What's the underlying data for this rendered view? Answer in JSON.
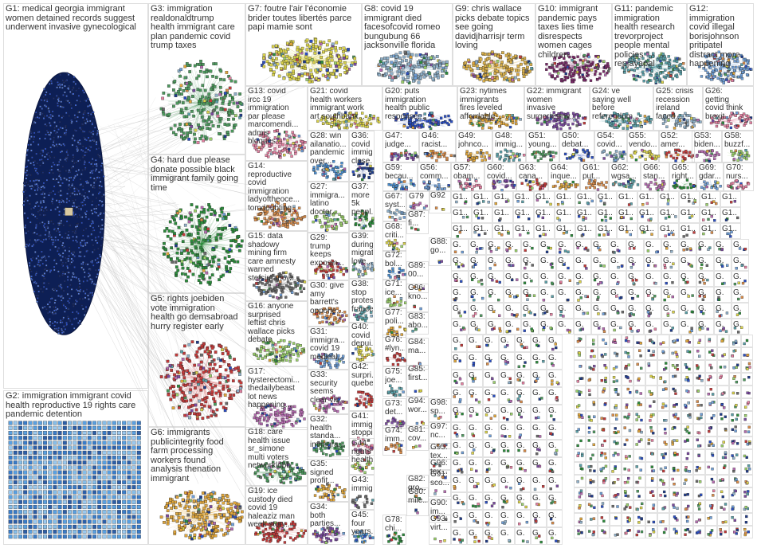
{
  "graph": {
    "node_colors": [
      "#1f3b8a",
      "#2a4ec2",
      "#6f9fd8",
      "#4d9a5e",
      "#2c8c3c",
      "#c33b3b",
      "#e0a63b",
      "#7b4aa0",
      "#d9d24a",
      "#8fb0c9",
      "#b56ab0",
      "#5aa0a8",
      "#e27fa0",
      "#9ad06a",
      "#d98c4a",
      "#6a6a6a"
    ],
    "edge_color": "#bdbdbd"
  },
  "groups": [
    {
      "id": "G1",
      "label": "G1: medical georgia immigrant\nwomen detained records suggest\nunderwent invasive gynecological",
      "style": "ellipse",
      "color": "#1f3b8a",
      "fill": "#0d1f55"
    },
    {
      "id": "G2",
      "label": "G2: immigration immigrant covid\nhealth reproductive 19 rights care\npandemic detention",
      "style": "grid",
      "color": "#4a8ed0"
    },
    {
      "id": "G3",
      "label": "G3: immigration\nrealdonaldtrump\nhealth immigrant care\nplan pandemic covid\ntrump taxes",
      "style": "cluster",
      "color": "#4d9a5e"
    },
    {
      "id": "G4",
      "label": "G4: hard due please\ndonate possible black\nimmigrant family going\ntime",
      "style": "cluster",
      "color": "#2c8c3c"
    },
    {
      "id": "G5",
      "label": "G5: rights joebiden\nvote immigration\nhealth go demsabroad\nhurry register early",
      "style": "cluster",
      "color": "#c33b3b"
    },
    {
      "id": "G6",
      "label": "G6: immigrants\npublicintegrity food\nfarm processing\nworkers found\nanalysis thenation\nimmigrant",
      "style": "cluster",
      "color": "#e0a63b"
    },
    {
      "id": "G7",
      "label": "G7: foutre l'air l'économie\nbrider toutes libertés parce\npapi mamie sont",
      "style": "cluster",
      "color": "#d9d24a"
    },
    {
      "id": "G8",
      "label": "G8: covid 19\nimmigrant died\nfacesofcovid romeo\nbungubung 66\njacksonville florida",
      "style": "cluster",
      "color": "#8fb0c9"
    },
    {
      "id": "G9",
      "label": "G9: chris wallace\npicks debate topics\nsee going\ndavidjharrisjr term\nloving",
      "style": "cluster",
      "color": "#d9b04a"
    },
    {
      "id": "G10",
      "label": "G10: immigrant\npandemic pays\ntaxes lies time\ndisrespects\nwomen cages\nchildren",
      "style": "cluster",
      "color": "#7b2a6a"
    },
    {
      "id": "G11",
      "label": "G11: pandemic\nimmigration\nhealth research\ntrevorproject\npeople mental\npolicies\nrepjayapal",
      "style": "cluster",
      "color": "#5aa0a8"
    },
    {
      "id": "G12",
      "label": "G12:\nimmigration\ncovid illegal\nborisjohnson\npritipatel\ndistract more\nhappening",
      "style": "cluster",
      "color": "#6f9fd8"
    },
    {
      "id": "G13",
      "label": "G13: covid\nircc 19\nimmigration\npar please\nmarcomendi...\nadmis\nbloqués",
      "style": "cluster",
      "color": "#e27fa0"
    },
    {
      "id": "G14",
      "label": "G14:\nreproductive\ncovid\nimmigration\nladyoftheoce...\ntomdoubting...",
      "style": "cluster",
      "color": "#d98c4a"
    },
    {
      "id": "G15",
      "label": "G15: data\nshadowy\nmining firm\ncare amnesty\nwarned\nstefsimanowi...",
      "style": "cluster",
      "color": "#6a6a6a"
    },
    {
      "id": "G16",
      "label": "G16: anyone\nsurprised\nleftist chris\nwallace picks\ndebate",
      "style": "cluster",
      "color": "#9ad06a"
    },
    {
      "id": "G17",
      "label": "G17:\nhysterectomi...\nthedailybeast\nlot news\nhappening...",
      "style": "cluster",
      "color": "#b56ab0"
    },
    {
      "id": "G18",
      "label": "G18: care\nhealth issue\nsr_simone\nmulti voters\nnetworklobb...",
      "style": "cluster",
      "color": "#4d9a5e"
    },
    {
      "id": "G19",
      "label": "G19: ice\ncustody died\ncovid 19\nhaleaziz man\nweek story...",
      "style": "cluster",
      "color": "#c33b3b"
    },
    {
      "id": "G20",
      "label": "G20: puts\nimmigration\nhealth public\nresponse...",
      "style": "cluster",
      "color": "#2a4ec2"
    },
    {
      "id": "G21",
      "label": "G21: covid\nhealth workers\nimmigrant work\nart southbank...",
      "style": "cluster",
      "color": "#d9d24a"
    },
    {
      "id": "G22",
      "label": "G22: immigrant\nwomen\ninvasive\nsurgeries ny...",
      "style": "cluster",
      "color": "#7b4aa0"
    },
    {
      "id": "G23",
      "label": "G23: nytimes\nimmigrants\nfires leveled\naffordable...",
      "style": "cluster",
      "color": "#e0a63b"
    },
    {
      "id": "G24",
      "label": "G24: ve\nsaying well\nbefore\nreferendum...",
      "style": "cluster",
      "color": "#5aa0a8"
    },
    {
      "id": "G25",
      "label": "G25: crisis\nrecession\nireland\nfaced...",
      "style": "cluster",
      "color": "#8fb0c9"
    },
    {
      "id": "G26",
      "label": "G26:\ngetting\ncovid think\nbrexit...",
      "style": "cluster",
      "color": "#e27fa0"
    },
    {
      "id": "G27",
      "label": "G27:\nimmigra...\nlatino\ndoctor...",
      "style": "cluster",
      "color": "#9ad06a"
    },
    {
      "id": "G28",
      "label": "G28: win\nailanatio...\npandemic\nover...",
      "style": "cluster",
      "color": "#4a8ed0"
    },
    {
      "id": "G29",
      "label": "G29:\ntrump\nkeeps\nexposin...",
      "style": "cluster",
      "color": "#c33b3b"
    },
    {
      "id": "G30",
      "label": "G30: give\namy\nbarrett's\noppone...",
      "style": "cluster",
      "color": "#d98c4a"
    },
    {
      "id": "G31",
      "label": "G31:\nimmigra...\ncovid 19\nmedical...",
      "style": "cluster",
      "color": "#6f9fd8"
    },
    {
      "id": "G32",
      "label": "G32:\nhealth\nstanda...\nimmigra...",
      "style": "cluster",
      "color": "#4d9a5e"
    },
    {
      "id": "G33",
      "label": "G33:\nsecurity\nseems\nclear vic...",
      "style": "cluster",
      "color": "#b56ab0"
    },
    {
      "id": "G34",
      "label": "G34:\nboth\nparties...",
      "style": "cluster",
      "color": "#7b4aa0"
    },
    {
      "id": "G35",
      "label": "G35:\nsigned\nprofit...",
      "style": "cluster",
      "color": "#e0a63b"
    },
    {
      "id": "G36",
      "label": "G36:\ncovid\nimmig...\nclose...",
      "style": "cluster",
      "color": "#1f3b8a"
    },
    {
      "id": "G37",
      "label": "G37:\nmore\n5k\npeopl...",
      "style": "cluster",
      "color": "#2c8c3c"
    },
    {
      "id": "G38",
      "label": "G38:\nstop\nprotes...\nfrance...",
      "style": "cluster",
      "color": "#5aa0a8"
    },
    {
      "id": "G39",
      "label": "G39:\nduring\nmigrat...\nlove...",
      "style": "cluster",
      "color": "#8fb0c9"
    },
    {
      "id": "G40",
      "label": "G40:\ncovid\ndepui...",
      "style": "cluster",
      "color": "#d9d24a"
    },
    {
      "id": "G41",
      "label": "G41:\nimmig...\nstoppi...",
      "style": "cluster",
      "color": "#e27fa0"
    },
    {
      "id": "G42",
      "label": "G42:\nsurpri...\nquebe...",
      "style": "cluster",
      "color": "#c33b3b"
    },
    {
      "id": "G43",
      "label": "G43:\nimmig...",
      "style": "cluster",
      "color": "#6a6a6a"
    },
    {
      "id": "G44",
      "label": "G44:\nrights\nhealth...",
      "style": "cluster",
      "color": "#9ad06a"
    },
    {
      "id": "G45",
      "label": "G45:\nfour\nyears...",
      "style": "cluster",
      "color": "#4a8ed0"
    },
    {
      "id": "G46",
      "label": "G46:\nracist...",
      "style": "cluster",
      "color": "#d98c4a"
    },
    {
      "id": "G47",
      "label": "G47:\njudge...",
      "style": "cluster",
      "color": "#7b4aa0"
    },
    {
      "id": "G48",
      "label": "G48:\nimmig...",
      "style": "cluster",
      "color": "#5aa0a8"
    },
    {
      "id": "G49",
      "label": "G49:\njohnco...",
      "style": "cluster",
      "color": "#e0a63b"
    },
    {
      "id": "G50",
      "label": "G50:\ndebat...",
      "style": "cluster",
      "color": "#2a4ec2"
    },
    {
      "id": "G51",
      "label": "G51:\nyoung...",
      "style": "cluster",
      "color": "#4d9a5e"
    },
    {
      "id": "G52",
      "label": "G52:\namer...",
      "style": "cluster",
      "color": "#c33b3b"
    },
    {
      "id": "G53",
      "label": "G53:\nbiden...",
      "style": "cluster",
      "color": "#b56ab0"
    },
    {
      "id": "G54",
      "label": "G54:\ncovid...",
      "style": "cluster",
      "color": "#8fb0c9"
    },
    {
      "id": "G55",
      "label": "G55:\nvendo...",
      "style": "cluster",
      "color": "#d9d24a"
    },
    {
      "id": "G56",
      "label": "G56:\ncomm...",
      "style": "cluster",
      "color": "#6f9fd8"
    },
    {
      "id": "G57",
      "label": "G57:\nobam...",
      "style": "cluster",
      "color": "#e27fa0"
    },
    {
      "id": "G58",
      "label": "G58:\nbuzzf...",
      "style": "cluster",
      "color": "#9ad06a"
    },
    {
      "id": "G59",
      "label": "G59:\nbecau...",
      "style": "cluster",
      "color": "#4a8ed0"
    },
    {
      "id": "G60",
      "label": "G60:\ncovid...",
      "style": "cluster",
      "color": "#7b4aa0"
    },
    {
      "id": "G61",
      "label": "G61:\nput...",
      "style": "cluster",
      "color": "#d98c4a"
    },
    {
      "id": "G62",
      "label": "G62:\nwgsa...",
      "style": "cluster",
      "color": "#5aa0a8"
    },
    {
      "id": "G63",
      "label": "G63:\ncana...",
      "style": "cluster",
      "color": "#c33b3b"
    },
    {
      "id": "G64",
      "label": "G64:\ninque...",
      "style": "cluster",
      "color": "#e0a63b"
    },
    {
      "id": "G65",
      "label": "G65:\nright...",
      "style": "cluster",
      "color": "#2c8c3c"
    },
    {
      "id": "G66",
      "label": "G66:\nstan...",
      "style": "cluster",
      "color": "#b56ab0"
    },
    {
      "id": "G67",
      "label": "G67:\nsyst...",
      "style": "cluster",
      "color": "#8fb0c9"
    },
    {
      "id": "G68",
      "label": "G68:\ncriti...",
      "style": "cluster",
      "color": "#d9d24a"
    },
    {
      "id": "G69",
      "label": "G69:\ngdar...",
      "style": "cluster",
      "color": "#6f9fd8"
    },
    {
      "id": "G70",
      "label": "G70:\nnurs...",
      "style": "cluster",
      "color": "#e27fa0"
    },
    {
      "id": "G71",
      "label": "G71:\nice...",
      "style": "cluster",
      "color": "#9ad06a"
    },
    {
      "id": "G72",
      "label": "G72:\nbol...",
      "style": "cluster",
      "color": "#4a8ed0"
    },
    {
      "id": "G73",
      "label": "G73:\ndet...",
      "style": "cluster",
      "color": "#7b4aa0"
    },
    {
      "id": "G74",
      "label": "G74:\nimm...",
      "style": "cluster",
      "color": "#d98c4a"
    },
    {
      "id": "G75",
      "label": "G75:\njoe...",
      "style": "cluster",
      "color": "#5aa0a8"
    },
    {
      "id": "G76",
      "label": "G76:\n#lyn...",
      "style": "cluster",
      "color": "#c33b3b"
    },
    {
      "id": "G77",
      "label": "G77:\npoli...",
      "style": "cluster",
      "color": "#e0a63b"
    },
    {
      "id": "G78",
      "label": "G78:\nchi...",
      "style": "cluster",
      "color": "#2c8c3c"
    },
    {
      "id": "G79",
      "label": "G79",
      "style": "cluster",
      "color": "#b56ab0"
    }
  ],
  "small_labels": [
    "G80:\nmile...",
    "G81:\ncov...",
    "G82:\ngro...",
    "G83:\nabo...",
    "G84:\nma...",
    "G85:\nfirst...",
    "G86:\nkno...",
    "G87:\nfi...",
    "G88:\ngo...",
    "G89:\n00...",
    "G90:\nim...",
    "G91:\nsco...",
    "G92",
    "G93:\nvirt...",
    "G94:\nwor...",
    "G95:\ntex...",
    "G96:\ntex...",
    "G97:\nnc...",
    "G98:\nsp..."
  ]
}
